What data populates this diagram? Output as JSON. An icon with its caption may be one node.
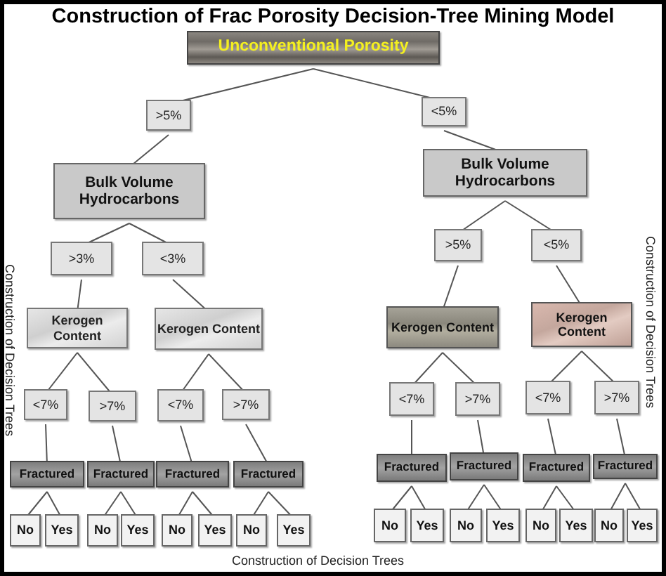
{
  "diagram": {
    "title": "Construction of Frac Porosity Decision-Tree Mining Model",
    "nodes": [
      {
        "text": [
          "Unconventional Porosity"
        ]
      },
      {
        "text": [
          ">5%"
        ]
      },
      {
        "text": [
          "<5%"
        ]
      },
      {
        "text": [
          "Bulk Volume Hydrocarbons"
        ]
      },
      {
        "text": [
          "Bulk Volume Hydrocarbons"
        ]
      },
      {
        "text": [
          ">3%"
        ]
      },
      {
        "text": [
          "<3%"
        ]
      },
      {
        "text": [
          ">5%"
        ]
      },
      {
        "text": [
          "<5%"
        ]
      },
      {
        "text": [
          "Kerogen Content"
        ]
      },
      {
        "text": [
          "Kerogen Content"
        ]
      },
      {
        "text": [
          "Kerogen Content"
        ]
      },
      {
        "text": [
          "Kerogen Content"
        ]
      },
      {
        "text": [
          "<7%"
        ]
      },
      {
        "text": [
          ">7%"
        ]
      },
      {
        "text": [
          "<7%"
        ]
      },
      {
        "text": [
          ">7%"
        ]
      },
      {
        "text": [
          "<7%"
        ]
      },
      {
        "text": [
          ">7%"
        ]
      },
      {
        "text": [
          "<7%"
        ]
      },
      {
        "text": [
          ">7%"
        ]
      },
      {
        "text": [
          "Fractured"
        ]
      },
      {
        "text": [
          "Fractured"
        ]
      },
      {
        "text": [
          "Fractured"
        ]
      },
      {
        "text": [
          "Fractured"
        ]
      },
      {
        "text": [
          "Fractured"
        ]
      },
      {
        "text": [
          "Fractured"
        ]
      },
      {
        "text": [
          "Fractured"
        ]
      },
      {
        "text": [
          "Fractured"
        ]
      },
      {
        "text": [
          "No"
        ]
      },
      {
        "text": [
          "Yes"
        ]
      },
      {
        "text": [
          "No"
        ]
      },
      {
        "text": [
          "Yes"
        ]
      },
      {
        "text": [
          "No"
        ]
      },
      {
        "text": [
          "Yes"
        ]
      },
      {
        "text": [
          "No"
        ]
      },
      {
        "text": [
          "Yes"
        ]
      },
      {
        "text": [
          "No"
        ]
      },
      {
        "text": [
          "Yes"
        ]
      },
      {
        "text": [
          "No"
        ]
      },
      {
        "text": [
          "Yes"
        ]
      },
      {
        "text": [
          "No"
        ]
      },
      {
        "text": [
          "Yes"
        ]
      },
      {
        "text": [
          "No"
        ]
      },
      {
        "text": [
          "Yes"
        ]
      }
    ],
    "edges": [
      {
        "from": 0,
        "to": 1,
        "arrow": "none"
      },
      {
        "from": 0,
        "to": 2,
        "arrow": "none"
      },
      {
        "from": 1,
        "to": 3,
        "arrow": "none"
      },
      {
        "from": 2,
        "to": 4,
        "arrow": "none"
      },
      {
        "from": 3,
        "to": 5,
        "arrow": "none"
      },
      {
        "from": 3,
        "to": 6,
        "arrow": "none"
      },
      {
        "from": 4,
        "to": 7,
        "arrow": "none"
      },
      {
        "from": 4,
        "to": 8,
        "arrow": "none"
      },
      {
        "from": 5,
        "to": 9,
        "arrow": "none"
      },
      {
        "from": 6,
        "to": 10,
        "arrow": "none"
      },
      {
        "from": 7,
        "to": 11,
        "arrow": "none"
      },
      {
        "from": 8,
        "to": 12,
        "arrow": "none"
      },
      {
        "from": 9,
        "to": 13,
        "arrow": "none"
      },
      {
        "from": 9,
        "to": 14,
        "arrow": "none"
      },
      {
        "from": 10,
        "to": 15,
        "arrow": "none"
      },
      {
        "from": 10,
        "to": 16,
        "arrow": "none"
      },
      {
        "from": 11,
        "to": 17,
        "arrow": "none"
      },
      {
        "from": 11,
        "to": 18,
        "arrow": "none"
      },
      {
        "from": 12,
        "to": 19,
        "arrow": "none"
      },
      {
        "from": 12,
        "to": 20,
        "arrow": "none"
      },
      {
        "from": 13,
        "to": 21,
        "arrow": "none"
      },
      {
        "from": 14,
        "to": 22,
        "arrow": "none"
      },
      {
        "from": 15,
        "to": 23,
        "arrow": "none"
      },
      {
        "from": 16,
        "to": 24,
        "arrow": "none"
      },
      {
        "from": 17,
        "to": 25,
        "arrow": "none"
      },
      {
        "from": 18,
        "to": 26,
        "arrow": "none"
      },
      {
        "from": 19,
        "to": 27,
        "arrow": "none"
      },
      {
        "from": 20,
        "to": 28,
        "arrow": "none"
      },
      {
        "from": 21,
        "to": 29,
        "arrow": "none"
      },
      {
        "from": 21,
        "to": 30,
        "arrow": "none"
      },
      {
        "from": 22,
        "to": 31,
        "arrow": "none"
      },
      {
        "from": 22,
        "to": 32,
        "arrow": "none"
      },
      {
        "from": 23,
        "to": 33,
        "arrow": "none"
      },
      {
        "from": 23,
        "to": 34,
        "arrow": "none"
      },
      {
        "from": 24,
        "to": 35,
        "arrow": "none"
      },
      {
        "from": 24,
        "to": 36,
        "arrow": "none"
      },
      {
        "from": 25,
        "to": 37,
        "arrow": "none"
      },
      {
        "from": 25,
        "to": 38,
        "arrow": "none"
      },
      {
        "from": 26,
        "to": 39,
        "arrow": "none"
      },
      {
        "from": 26,
        "to": 40,
        "arrow": "none"
      },
      {
        "from": 27,
        "to": 41,
        "arrow": "none"
      },
      {
        "from": 27,
        "to": 42,
        "arrow": "none"
      },
      {
        "from": 28,
        "to": 43,
        "arrow": "none"
      },
      {
        "from": 28,
        "to": 44,
        "arrow": "none"
      }
    ],
    "labels": [
      "Construction of Decision Trees",
      "Construction of Decision Trees",
      "Construction of Decision Trees"
    ]
  }
}
